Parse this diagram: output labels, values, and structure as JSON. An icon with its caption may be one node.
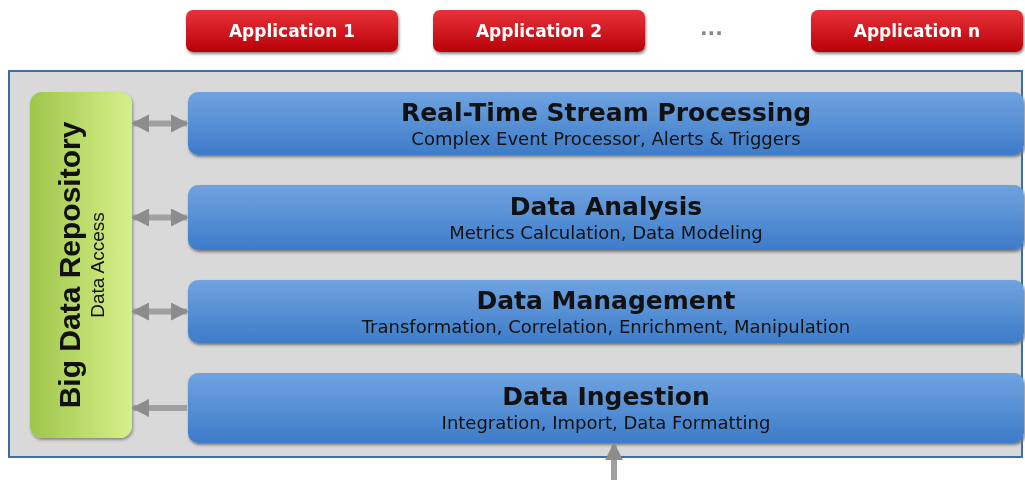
{
  "diagram": {
    "nodes": [
      {
        "text": [
          "Application 1"
        ]
      },
      {
        "text": [
          "Application 2"
        ]
      },
      {
        "text": [
          "Application n"
        ]
      },
      {
        "text": [],
        "shape": "box"
      },
      {
        "text": [
          "Big Data Repository",
          "Data Access"
        ],
        "in": 3
      },
      {
        "text": [
          "Real-Time Stream Processing",
          "Complex Event Processor, Alerts & Triggers"
        ],
        "in": 3
      },
      {
        "text": [
          "Data Analysis",
          "Metrics Calculation, Data Modeling"
        ],
        "in": 3
      },
      {
        "text": [
          "Data Management",
          "Transformation, Correlation, Enrichment, Manipulation"
        ],
        "in": 3
      },
      {
        "text": [
          "Data Ingestion",
          "Integration, Import, Data Formatting"
        ],
        "in": 3
      }
    ],
    "edges": [
      {
        "from": 5,
        "to": 4,
        "arrow": "both"
      },
      {
        "from": 6,
        "to": 4,
        "arrow": "both"
      },
      {
        "from": 7,
        "to": 4,
        "arrow": "both"
      },
      {
        "from": 8,
        "to": 4,
        "arrow": "to"
      },
      {
        "from": null,
        "to": 8,
        "arrow": "to"
      }
    ],
    "labels": [
      "..."
    ]
  }
}
